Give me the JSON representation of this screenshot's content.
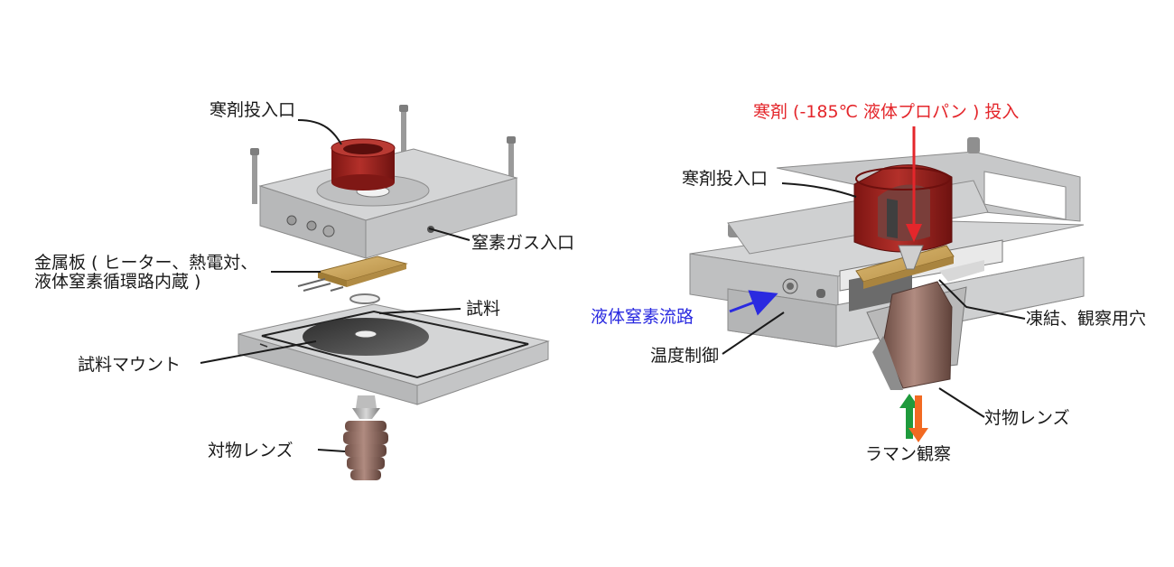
{
  "left_diagram": {
    "labels": {
      "coolant_inlet": "寒剤投入口",
      "nitrogen_gas_inlet": "窒素ガス入口",
      "metal_plate_line1": "金属板 ( ヒーター、熱電対、",
      "metal_plate_line2": "液体窒素循環路内蔵 )",
      "sample": "試料",
      "sample_mount": "試料マウント",
      "objective_lens": "対物レンズ"
    }
  },
  "right_diagram": {
    "labels": {
      "coolant_input_title": "寒剤 (-185℃ 液体プロパン ) 投入",
      "coolant_inlet": "寒剤投入口",
      "ln2_flow_path": "液体窒素流路",
      "freeze_observation_hole": "凍結、観察用穴",
      "temperature_control": "温度制御",
      "objective_lens": "対物レンズ",
      "raman_observation": "ラマン観察"
    }
  },
  "colors": {
    "block_top": "#d4d5d6",
    "block_side": "#b7b8b9",
    "coolant_cup": "#a3211c",
    "metal_plate": "#c9a45a",
    "lens": "#9a7468",
    "title_red": "#e4262b",
    "ln2_blue": "#2a2ae0",
    "arrow_green": "#1f9a3c",
    "arrow_orange": "#f26a22"
  }
}
